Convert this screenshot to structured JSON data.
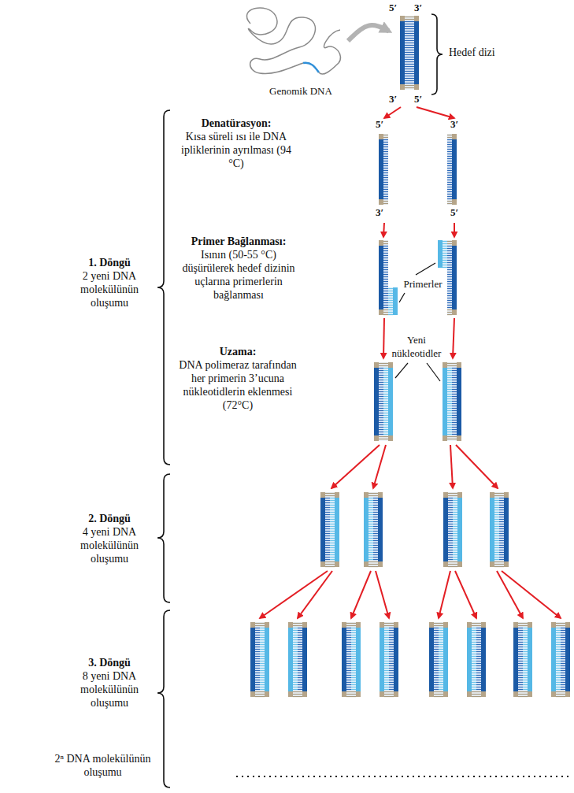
{
  "diagram": {
    "nodes": [
      {
        "text": [
          "Genomik DNA"
        ]
      },
      {
        "text": [
          "5′",
          "3′",
          "3′",
          "5′"
        ]
      },
      {
        "text": [
          "5′",
          "3′"
        ]
      },
      {
        "text": [
          "3′",
          "5′"
        ]
      }
    ],
    "edges": [
      {
        "from": 0,
        "to": 1,
        "arrow": "to"
      },
      {
        "from": 1,
        "to": 2,
        "arrow": "to"
      },
      {
        "from": 1,
        "to": 3,
        "arrow": "to"
      }
    ],
    "labels": [
      "Hedef dizi",
      "Denatürasyon:",
      "Kısa süreli ısı ile DNA ipliklerinin ayrılması (94 °C)",
      "1. Döngü",
      "2 yeni DNA molekülünün oluşumu",
      "Primer Bağlanması:",
      "Isının (50-55 °C) düşürülerek hedef dizinin uçlarına primerlerin bağlanması",
      "Primerler",
      "Uzama:",
      "Yeni nükleotidler",
      "DNA polimeraz tarafından her primerin 3’ucuna nükleotidlerin eklenmesi (72°C)",
      "2. Döngü",
      "4 yeni DNA molekülünün oluşumu",
      "3. Döngü",
      "8 yeni DNA molekülünün oluşumu",
      "2ⁿ DNA molekülünün oluşumu"
    ]
  }
}
